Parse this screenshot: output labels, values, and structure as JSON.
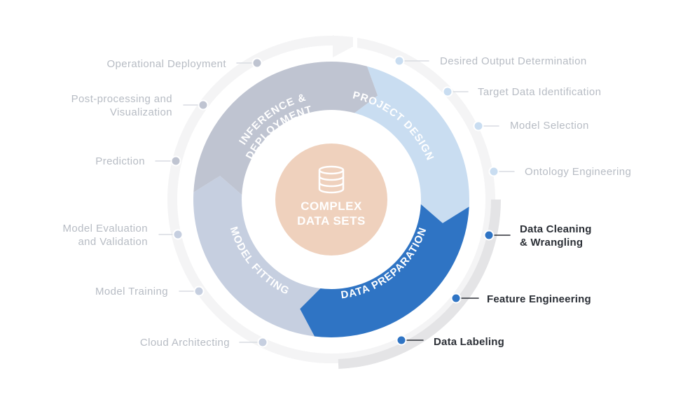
{
  "center": {
    "title_line1": "COMPLEX",
    "title_line2": "DATA SETS",
    "icon": "database-icon",
    "color": "#efd1bd"
  },
  "phases": [
    {
      "id": "project-design",
      "label": "PROJECT DESIGN",
      "color": "#c9ddf1",
      "active": false
    },
    {
      "id": "data-preparation",
      "label": "DATA PREPARATION",
      "color": "#2f74c4",
      "active": true
    },
    {
      "id": "model-fitting",
      "label": "MODEL FITTING",
      "color": "#c6cfe0",
      "active": false
    },
    {
      "id": "inference-deployment",
      "label_line1": "INFERENCE &",
      "label_line2": "DEPLOYMENT",
      "color": "#bfc4d1",
      "active": false
    }
  ],
  "steps": {
    "project_design": [
      {
        "label": "Desired Output Determination"
      },
      {
        "label": "Target Data Identification"
      },
      {
        "label": "Model Selection"
      },
      {
        "label": "Ontology Engineering"
      }
    ],
    "data_preparation": [
      {
        "label_line1": "Data Cleaning",
        "label_line2": "& Wrangling"
      },
      {
        "label": "Feature Engineering"
      },
      {
        "label": "Data Labeling"
      }
    ],
    "model_fitting": [
      {
        "label": "Cloud Architecting"
      },
      {
        "label": "Model Training"
      },
      {
        "label_line1": "Model Evaluation",
        "label_line2": "and Validation"
      }
    ],
    "inference_deployment": [
      {
        "label": "Prediction"
      },
      {
        "label_line1": "Post-processing  and",
        "label_line2": "Visualization"
      },
      {
        "label": "Operational  Deployment"
      }
    ]
  },
  "colors": {
    "outer_ring": "#f4f4f5",
    "outer_ring_active": "#e4e4e6",
    "dot_project": "#c9ddf1",
    "dot_active": "#2f74c4",
    "dot_fitting": "#c6cfe0",
    "dot_inference": "#bfc4d1",
    "text_dim": "#b7bcc4",
    "text_active": "#2b2f36"
  }
}
